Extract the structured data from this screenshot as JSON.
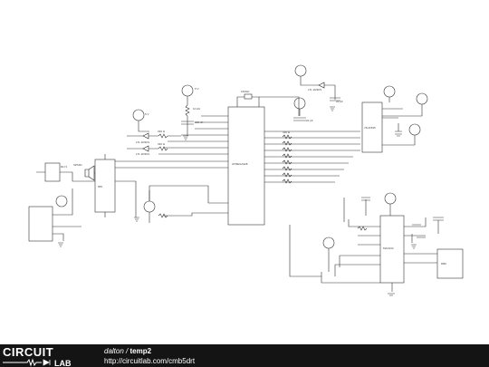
{
  "footer": {
    "brand_top": "CIRCUIT",
    "brand_bottom": "LAB",
    "user": "dalton",
    "separator": "/",
    "project": "temp2",
    "url": "http://circuitlab.com/cmb5drt"
  },
  "labels": {
    "xtal": "16MHz",
    "mcu": "ATMEGA328",
    "v5": "5 V",
    "v5b": "5 V",
    "r1": "10 kΩ",
    "c1": "100 nF",
    "led1": "LTL 2R3KS",
    "led2": "LTL 2R3KS",
    "r2": "330 Ω",
    "r3": "330 Ω",
    "spk": "SPKR1",
    "relay": "RLY1",
    "ic2": "555",
    "led3": "LTL 2R3KS",
    "c22": "22 pF",
    "c22b": "22 pF",
    "ic3": "74HC595",
    "r_bank": "330 Ω",
    "ic4": "MAX232",
    "con": "DB9"
  }
}
